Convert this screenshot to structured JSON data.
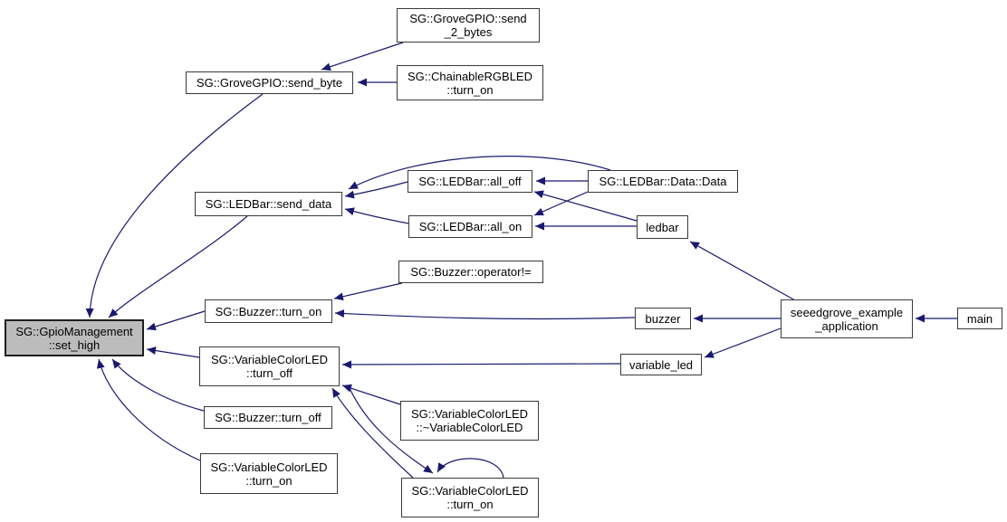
{
  "diagram": {
    "kind": "doxygen-caller-graph",
    "focus_function": "SG::GpioManagement::set_high"
  },
  "colors": {
    "edge": "#191970",
    "node_border": "#3a3a3a",
    "node_fill": "#ffffff",
    "node_text": "#000000",
    "focus_fill": "#bcbcbc",
    "focus_border": "#1f1f1f",
    "background": "#ffffff"
  },
  "nodes": {
    "grovegpio_send_2_bytes": {
      "label": "SG::GroveGPIO::send_2_bytes",
      "lines": [
        "SG::GroveGPIO::send",
        "_2_bytes"
      ]
    },
    "chainablergbled_turn_on": {
      "label": "SG::ChainableRGBLED::turn_on",
      "lines": [
        "SG::ChainableRGBLED",
        "::turn_on"
      ]
    },
    "grovegpio_send_byte": {
      "label": "SG::GroveGPIO::send_byte",
      "lines": [
        "SG::GroveGPIO::send_byte"
      ]
    },
    "ledbar_send_data": {
      "label": "SG::LEDBar::send_data",
      "lines": [
        "SG::LEDBar::send_data"
      ]
    },
    "ledbar_all_off": {
      "label": "SG::LEDBar::all_off",
      "lines": [
        "SG::LEDBar::all_off"
      ]
    },
    "ledbar_all_on": {
      "label": "SG::LEDBar::all_on",
      "lines": [
        "SG::LEDBar::all_on"
      ]
    },
    "ledbar_data_data": {
      "label": "SG::LEDBar::Data::Data",
      "lines": [
        "SG::LEDBar::Data::Data"
      ]
    },
    "ledbar": {
      "label": "ledbar",
      "lines": [
        "ledbar"
      ]
    },
    "buzzer_operator_ne": {
      "label": "SG::Buzzer::operator!=",
      "lines": [
        "SG::Buzzer::operator!="
      ]
    },
    "buzzer_turn_on": {
      "label": "SG::Buzzer::turn_on",
      "lines": [
        "SG::Buzzer::turn_on"
      ]
    },
    "buzzer": {
      "label": "buzzer",
      "lines": [
        "buzzer"
      ]
    },
    "seeedgrove_example_application": {
      "label": "seeedgrove_example_application",
      "lines": [
        "seeedgrove_example",
        "_application"
      ]
    },
    "main": {
      "label": "main",
      "lines": [
        "main"
      ]
    },
    "gpiomanagement_set_high": {
      "label": "SG::GpioManagement::set_high",
      "lines": [
        "SG::GpioManagement",
        "::set_high"
      ]
    },
    "variablecolorled_turn_off": {
      "label": "SG::VariableColorLED::turn_off",
      "lines": [
        "SG::VariableColorLED",
        "::turn_off"
      ]
    },
    "variable_led": {
      "label": "variable_led",
      "lines": [
        "variable_led"
      ]
    },
    "buzzer_turn_off": {
      "label": "SG::Buzzer::turn_off",
      "lines": [
        "SG::Buzzer::turn_off"
      ]
    },
    "variablecolorled_turn_on_a": {
      "label": "SG::VariableColorLED::turn_on",
      "lines": [
        "SG::VariableColorLED",
        "::turn_on"
      ]
    },
    "variablecolorled_dtor": {
      "label": "SG::VariableColorLED::~VariableColorLED",
      "lines": [
        "SG::VariableColorLED",
        "::~VariableColorLED"
      ]
    },
    "variablecolorled_turn_on_b": {
      "label": "SG::VariableColorLED::turn_on",
      "lines": [
        "SG::VariableColorLED",
        "::turn_on"
      ]
    }
  },
  "edges": [
    {
      "from": "grovegpio_send_2_bytes",
      "to": "grovegpio_send_byte"
    },
    {
      "from": "chainablergbled_turn_on",
      "to": "grovegpio_send_byte"
    },
    {
      "from": "grovegpio_send_byte",
      "to": "gpiomanagement_set_high"
    },
    {
      "from": "ledbar_send_data",
      "to": "gpiomanagement_set_high"
    },
    {
      "from": "ledbar_all_off",
      "to": "ledbar_send_data"
    },
    {
      "from": "ledbar_all_on",
      "to": "ledbar_send_data"
    },
    {
      "from": "ledbar_data_data",
      "to": "ledbar_send_data"
    },
    {
      "from": "ledbar_data_data",
      "to": "ledbar_all_off"
    },
    {
      "from": "ledbar_data_data",
      "to": "ledbar_all_on"
    },
    {
      "from": "ledbar",
      "to": "ledbar_all_off"
    },
    {
      "from": "ledbar",
      "to": "ledbar_all_on"
    },
    {
      "from": "buzzer_operator_ne",
      "to": "buzzer_turn_on"
    },
    {
      "from": "buzzer",
      "to": "buzzer_turn_on"
    },
    {
      "from": "buzzer_turn_on",
      "to": "gpiomanagement_set_high"
    },
    {
      "from": "variable_led",
      "to": "variablecolorled_turn_off"
    },
    {
      "from": "variablecolorled_turn_off",
      "to": "gpiomanagement_set_high"
    },
    {
      "from": "variablecolorled_dtor",
      "to": "variablecolorled_turn_off"
    },
    {
      "from": "variablecolorled_turn_on_b",
      "to": "variablecolorled_turn_off"
    },
    {
      "from": "variablecolorled_turn_off",
      "to": "variablecolorled_turn_on_b"
    },
    {
      "from": "variablecolorled_turn_on_b",
      "to": "variablecolorled_turn_on_b"
    },
    {
      "from": "buzzer_turn_off",
      "to": "gpiomanagement_set_high"
    },
    {
      "from": "variablecolorled_turn_on_a",
      "to": "gpiomanagement_set_high"
    },
    {
      "from": "seeedgrove_example_application",
      "to": "ledbar"
    },
    {
      "from": "seeedgrove_example_application",
      "to": "buzzer"
    },
    {
      "from": "seeedgrove_example_application",
      "to": "variable_led"
    },
    {
      "from": "main",
      "to": "seeedgrove_example_application"
    }
  ]
}
